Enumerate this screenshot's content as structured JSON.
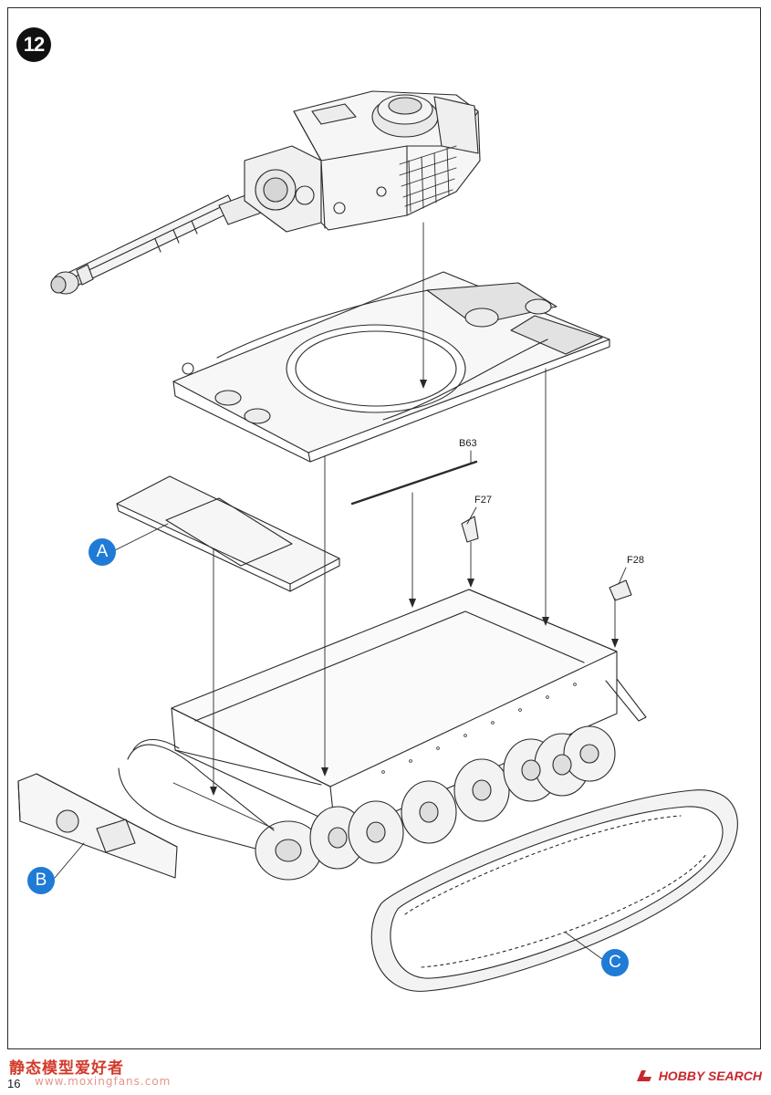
{
  "step": {
    "number": "12"
  },
  "callouts": [
    {
      "id": "A",
      "label": "A"
    },
    {
      "id": "B",
      "label": "B"
    },
    {
      "id": "C",
      "label": "C"
    }
  ],
  "parts": [
    {
      "id": "B63",
      "label": "B63"
    },
    {
      "id": "F27",
      "label": "F27"
    },
    {
      "id": "F28",
      "label": "F28"
    }
  ],
  "footer": {
    "page_number": "16",
    "watermark_left": "静态模型爱好者",
    "watermark_left_url": "www.moxingfans.com",
    "watermark_right": "HOBBY SEARCH"
  },
  "colors": {
    "callout_blue": "#1f7bd6",
    "line_art": "#2a2a2a",
    "step_badge": "#111111",
    "hobby_search_red": "#c8282d",
    "watermark_red": "#d23a2a"
  },
  "icons": {
    "hobby_search_logo": "hobby-search-logo",
    "step_badge": "step-number-badge"
  }
}
